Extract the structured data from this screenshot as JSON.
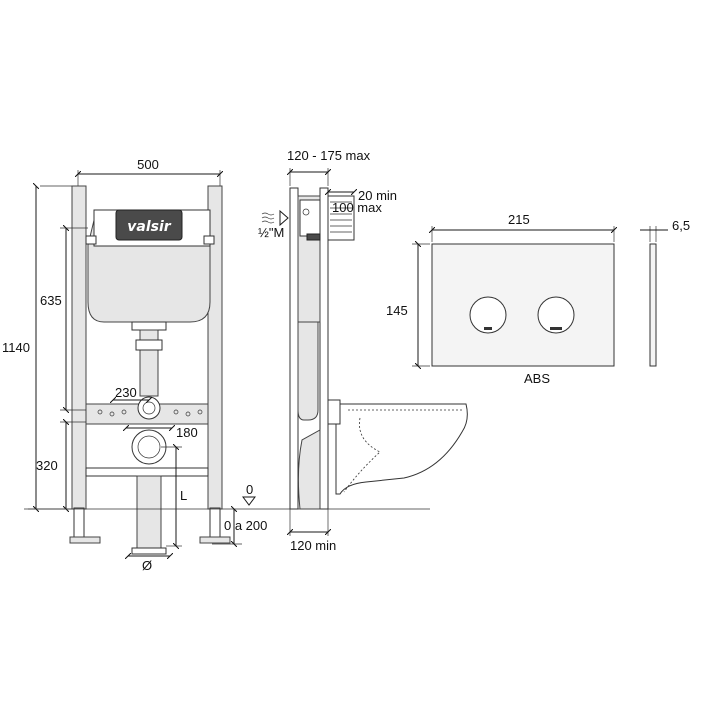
{
  "front_view": {
    "brand": "valsir",
    "width_label": "500",
    "total_height_label": "1140",
    "cistern_height_label": "635",
    "pipe_offset_label": "230",
    "outlet_offset_label": "180",
    "bottom_height_label": "320",
    "length_label": "L",
    "diameter_label": "Ø"
  },
  "side_view": {
    "depth_range_label": "120 - 175 max",
    "offset_min_label": "20 min",
    "offset_max_label": "100 max",
    "water_inlet_label": "½\"M",
    "floor_level_label": "0",
    "floor_adjust_label": "0 a 200",
    "min_depth_label": "120 min"
  },
  "flush_plate": {
    "width_label": "215",
    "height_label": "145",
    "thickness_label": "6,5",
    "material_label": "ABS"
  }
}
